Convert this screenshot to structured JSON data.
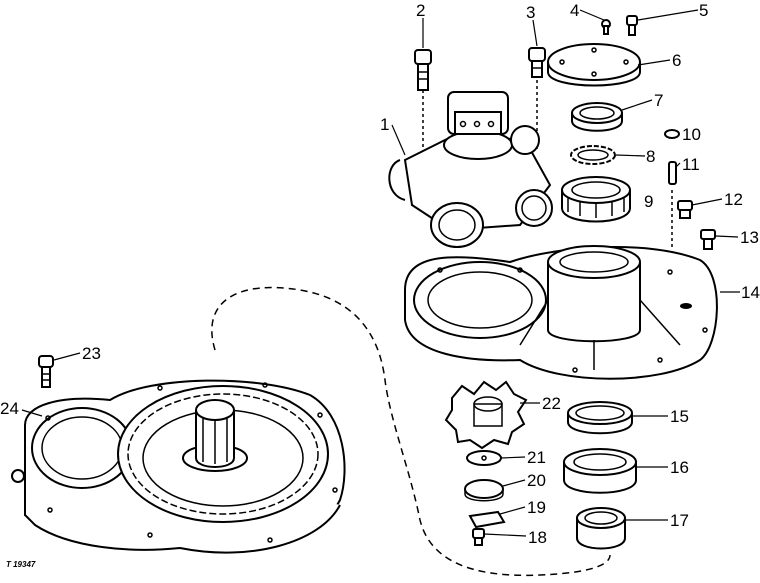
{
  "figure_ref": "T 19347",
  "callouts": [
    "1",
    "2",
    "3",
    "4",
    "5",
    "6",
    "7",
    "8",
    "9",
    "10",
    "11",
    "12",
    "13",
    "14",
    "15",
    "16",
    "17",
    "18",
    "19",
    "20",
    "21",
    "22",
    "23",
    "24"
  ]
}
